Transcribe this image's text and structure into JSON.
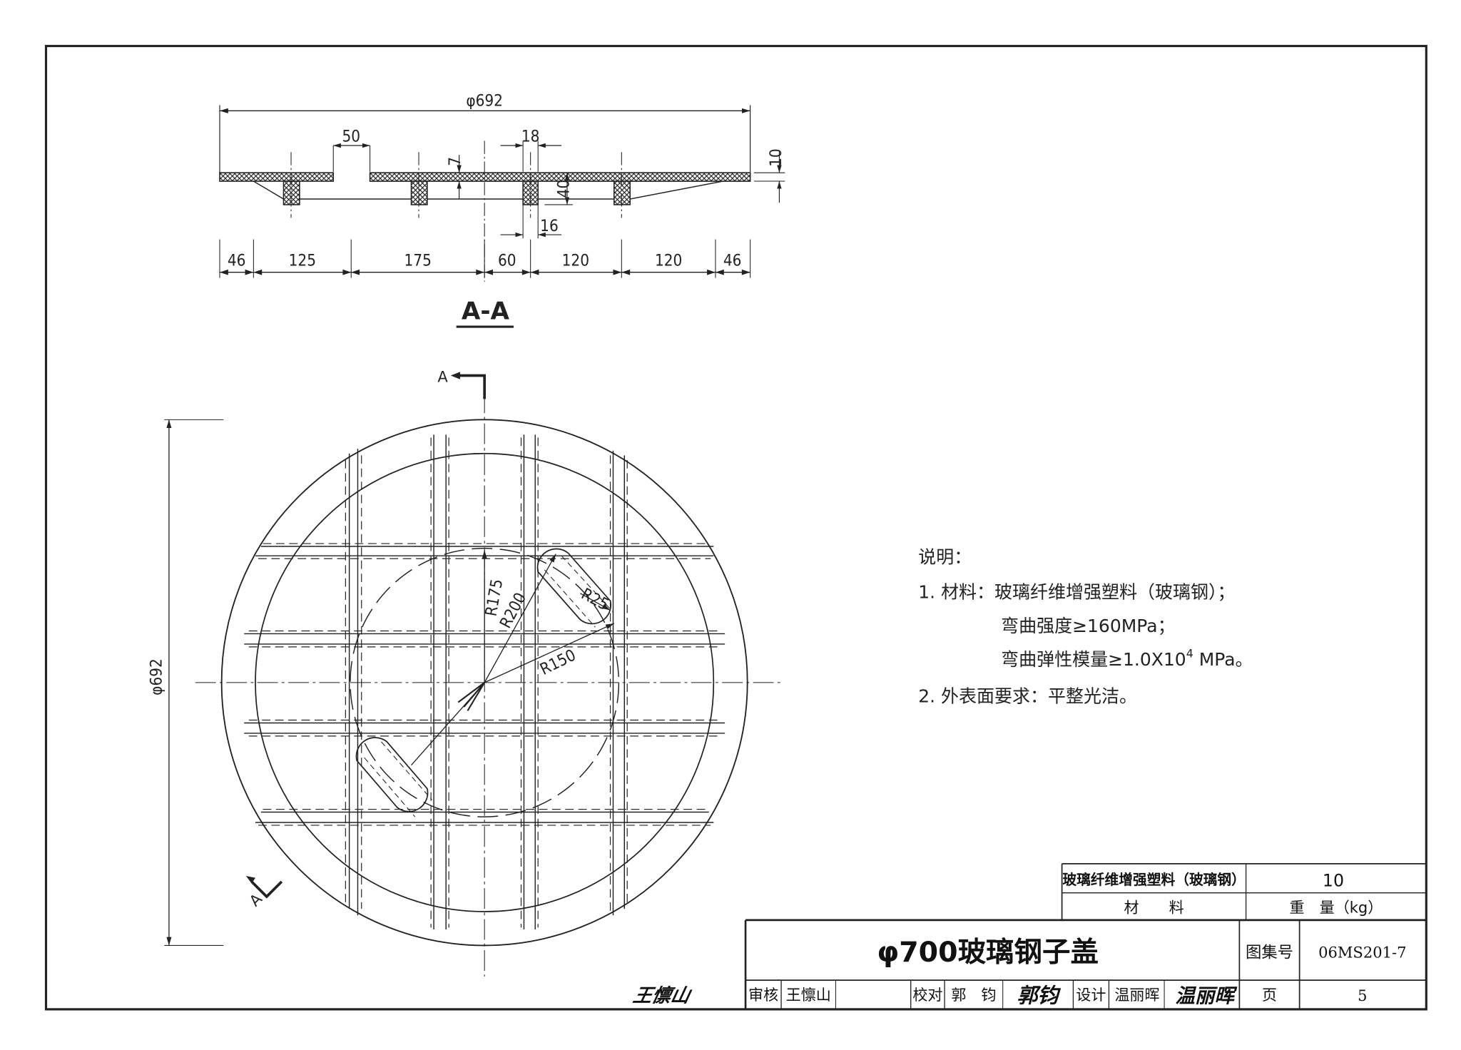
{
  "section": {
    "title": "A-A",
    "overall_diameter": "φ692",
    "top_dims": [
      "50",
      "18"
    ],
    "side_dims": [
      "7",
      "10",
      "40",
      "16"
    ],
    "bottom_dims": [
      "46",
      "125",
      "175",
      "60",
      "120",
      "120",
      "46"
    ]
  },
  "plan": {
    "diameter_label": "φ692",
    "section_marker": "A",
    "radii": [
      "R175",
      "R200",
      "R150",
      "R25"
    ]
  },
  "notes": {
    "heading": "说明：",
    "line1": "1. 材料：玻璃纤维增强塑料（玻璃钢）；",
    "line2": "弯曲强度≥160MPa；",
    "line3a": "弯曲弹性模量≥1.0X10",
    "line3sup": "4",
    "line3b": " MPa。",
    "line4": "2. 外表面要求：平整光洁。"
  },
  "title_block": {
    "material_name": "玻璃纤维增强塑料（玻璃钢）",
    "weight_value": "10",
    "material_header": "材　　料",
    "weight_header": "重　量（kg）",
    "drawing_title": "φ700玻璃钢子盖",
    "atlas_label": "图集号",
    "atlas_number": "06MS201-7",
    "review_label": "审核",
    "reviewer": "王懔山",
    "reviewer_signature": "王懔山",
    "check_label": "校对",
    "checker": "郭　钧",
    "checker_signature": "郭钧",
    "design_label": "设计",
    "designer": "温丽晖",
    "designer_signature": "温丽晖",
    "page_label": "页",
    "page_number": "5"
  }
}
